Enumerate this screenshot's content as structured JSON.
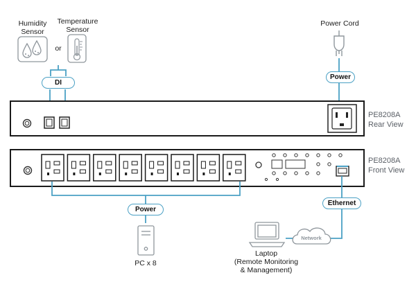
{
  "sensors": {
    "humidity_label": "Humidity\nSensor",
    "temperature_label": "Temperature\nSensor",
    "or_text": "or",
    "di_label": "DI"
  },
  "power_cord": {
    "label": "Power Cord",
    "tag": "Power"
  },
  "rear_unit": {
    "model": "PE8208A",
    "view": "Rear View"
  },
  "front_unit": {
    "model": "PE8208A",
    "view": "Front View",
    "outlet_count": 8
  },
  "pc": {
    "tag": "Power",
    "label": "PC x 8"
  },
  "network": {
    "ethernet_tag": "Ethernet",
    "cloud_label": "Network",
    "laptop_label": "Laptop\n(Remote Monitoring\n& Management)"
  },
  "colors": {
    "connector_line": "#4aa0c4",
    "icon_gray": "#8f969c",
    "device_outline": "#1a1a1a"
  }
}
